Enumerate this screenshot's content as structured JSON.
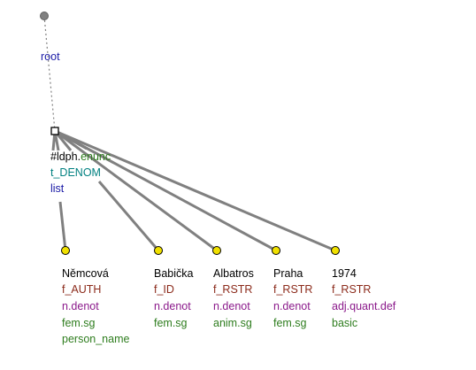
{
  "colors": {
    "black": "#000000",
    "blue": "#1a1aa6",
    "teal": "#008080",
    "brown": "#8b2a1a",
    "purple": "#8b1a8b",
    "green": "#2e7d1e",
    "node_fill": "#f0e000",
    "edge": "#808080"
  },
  "root_node": {
    "label": "root"
  },
  "hub_node": {
    "label_prefix": "#ldph.",
    "label_suffix": "enunc",
    "functor": "t_DENOM",
    "nodetype": "list"
  },
  "children": [
    {
      "lemma": "Němcová",
      "functor": "f_AUTH",
      "nodetype": "n.denot",
      "gram": "fem.sg",
      "extra": "person_name"
    },
    {
      "lemma": "Babička",
      "functor": "f_ID",
      "nodetype": "n.denot",
      "gram": "fem.sg",
      "extra": ""
    },
    {
      "lemma": "Albatros",
      "functor": "f_RSTR",
      "nodetype": "n.denot",
      "gram": "anim.sg",
      "extra": ""
    },
    {
      "lemma": "Praha",
      "functor": "f_RSTR",
      "nodetype": "n.denot",
      "gram": "fem.sg",
      "extra": ""
    },
    {
      "lemma": "1974",
      "functor": "f_RSTR",
      "nodetype": "adj.quant.def",
      "gram": "basic",
      "extra": ""
    }
  ]
}
